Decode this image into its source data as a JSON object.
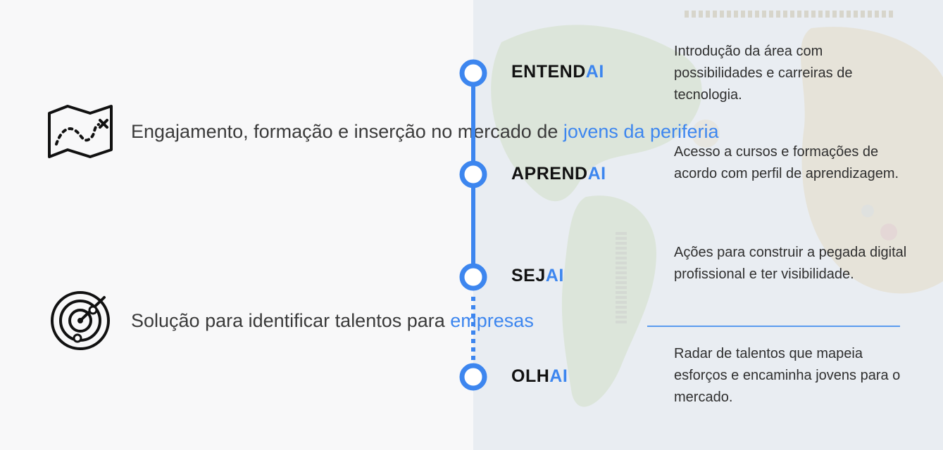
{
  "features": [
    {
      "text": "Engajamento, formação e inserção no mercado de ",
      "highlight": "jovens da periferia",
      "icon": "treasure-map-icon"
    },
    {
      "text": "Solução para identificar talentos para ",
      "highlight": "empresas",
      "icon": "radar-icon"
    }
  ],
  "timeline": [
    {
      "prefix": "ENTEND",
      "suffix": "AI",
      "description": "Introdução da área com possibilidades e carreiras de tecnologia."
    },
    {
      "prefix": "APREND",
      "suffix": "AI",
      "description": "Acesso a cursos e formações de acordo com perfil de aprendizagem."
    },
    {
      "prefix": "SEJ",
      "suffix": "AI",
      "description": "Ações para construir a pegada digital profissional e ter visibilidade."
    },
    {
      "prefix": "OLH",
      "suffix": "AI",
      "description": "Radar de talentos que mapeia esforços e encaminha jovens para o mercado."
    }
  ],
  "colors": {
    "accent": "#3d86ef",
    "text": "#3a3a3a",
    "left_bg": "#f8f8f9",
    "right_bg": "#e9edf2"
  }
}
